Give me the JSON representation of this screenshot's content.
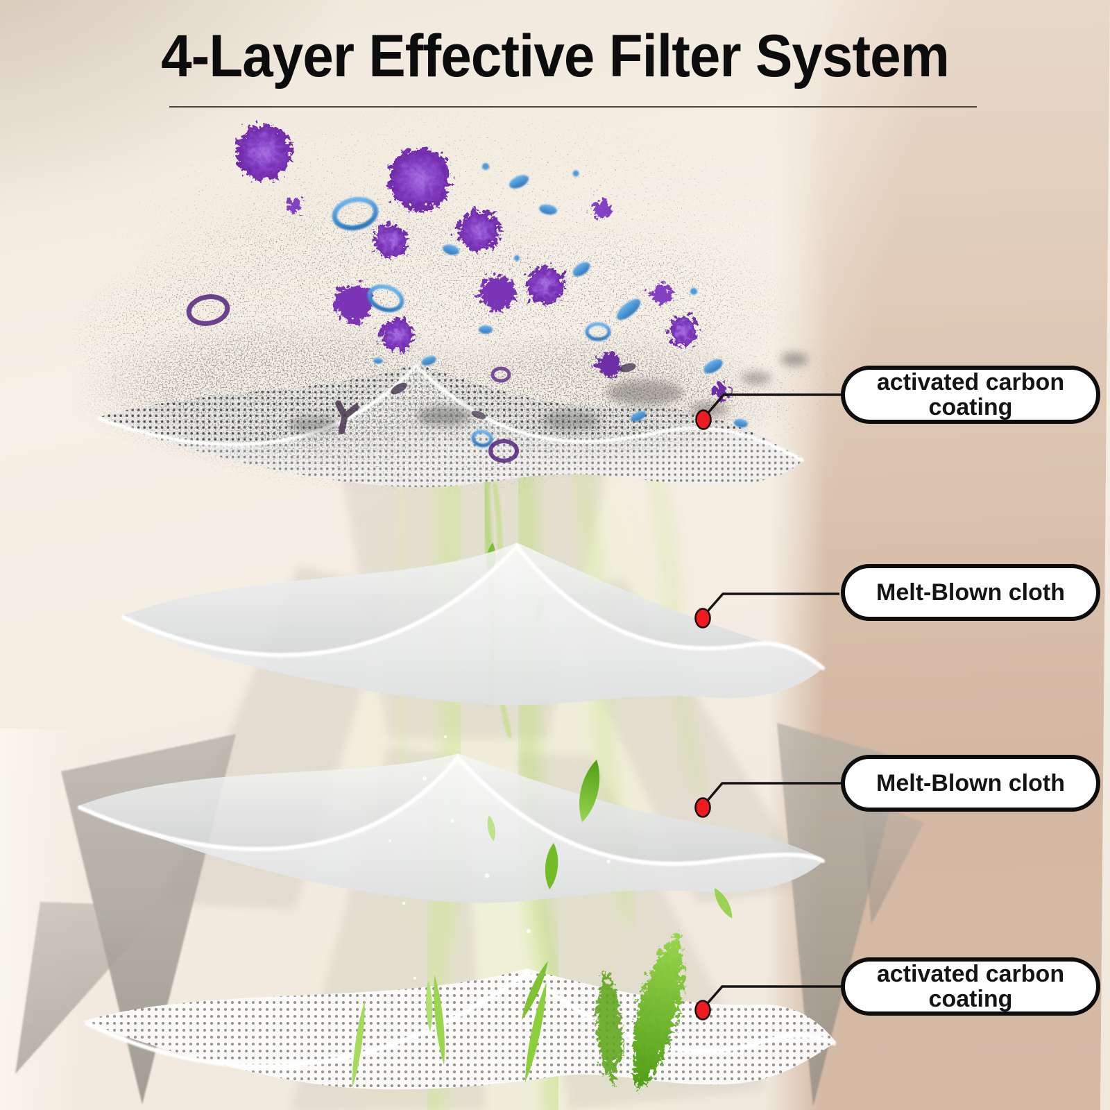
{
  "title": "4-Layer Effective Filter System",
  "layers": [
    {
      "label": "activated carbon coating",
      "texture": "dotted-carbon"
    },
    {
      "label": "Melt-Blown cloth",
      "texture": "smooth-melt-blown"
    },
    {
      "label": "Melt-Blown cloth",
      "texture": "smooth-melt-blown"
    },
    {
      "label": "activated carbon coating",
      "texture": "dotted-carbon"
    }
  ],
  "colors": {
    "background_left": "#f3ece1",
    "wall_right": "#d8bea9",
    "title_text": "#0c0c0c",
    "callout_fill": "#ffffff",
    "callout_border": "#0d0d0d",
    "pointer_dot_red": "#ee1b22",
    "virus_purple": "#8440c4",
    "bacteria_blue": "#4a9ade",
    "dust_gray": "#55534e",
    "leaf_green": "#6fbb2a"
  }
}
